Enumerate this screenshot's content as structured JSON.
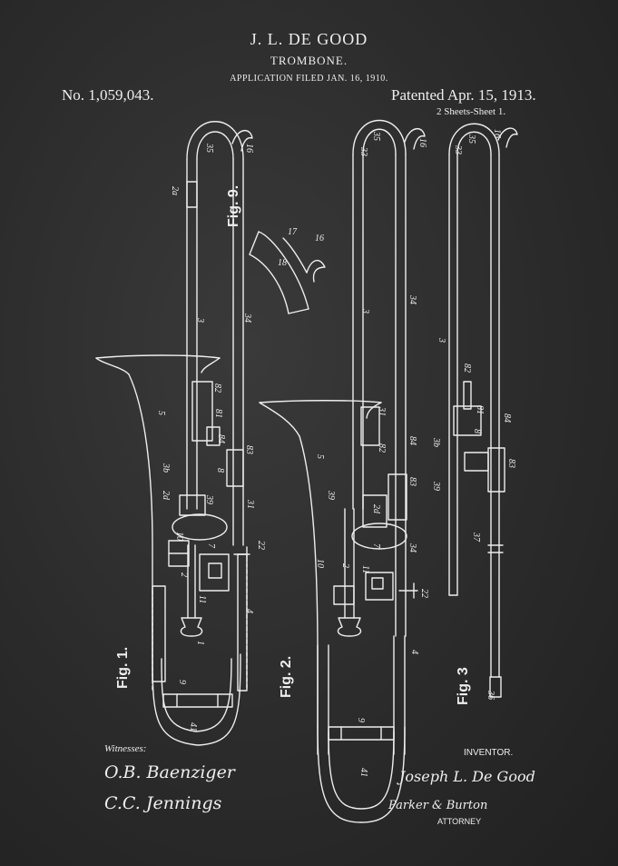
{
  "header": {
    "inventor_name": "J. L. DE GOOD",
    "title": "TROMBONE.",
    "filed": "APPLICATION FILED JAN. 16, 1910.",
    "patent_number": "No. 1,059,043.",
    "patent_date": "Patented Apr. 15, 1913.",
    "sheets": "2 Sheets-Sheet 1."
  },
  "figures": {
    "fig1": "Fig. 1.",
    "fig2": "Fig. 2.",
    "fig3": "Fig. 3",
    "fig9": "Fig. 9."
  },
  "reference_numerals": {
    "fig1": [
      "35",
      "16",
      "2a",
      "3",
      "34",
      "5",
      "3b",
      "82",
      "81",
      "84",
      "83",
      "8",
      "2d",
      "39",
      "31",
      "10",
      "22",
      "2",
      "11",
      "7",
      "1",
      "9",
      "41",
      "4"
    ],
    "fig2": [
      "35",
      "16",
      "33",
      "3",
      "34",
      "5",
      "31",
      "82",
      "84",
      "39",
      "2d",
      "83",
      "10",
      "2",
      "11",
      "7",
      "34",
      "22",
      "4",
      "9",
      "41"
    ],
    "fig3": [
      "35",
      "16",
      "33",
      "3",
      "82",
      "81",
      "84",
      "8",
      "3b",
      "39",
      "83",
      "37",
      "36"
    ],
    "fig9": [
      "17",
      "18",
      "16"
    ]
  },
  "footer": {
    "witnesses_label": "Witnesses:",
    "witness_1_signature": "O.B. Baenziger",
    "witness_2_signature": "C.C. Jennings",
    "inventor_label": "INVENTOR.",
    "inventor_signature": "Joseph L. De Good",
    "attorney_signature": "Parker & Burton",
    "attorney_label": "ATTORNEY"
  },
  "colors": {
    "background": "#2b2b2b",
    "ink": "#eeeeee"
  }
}
